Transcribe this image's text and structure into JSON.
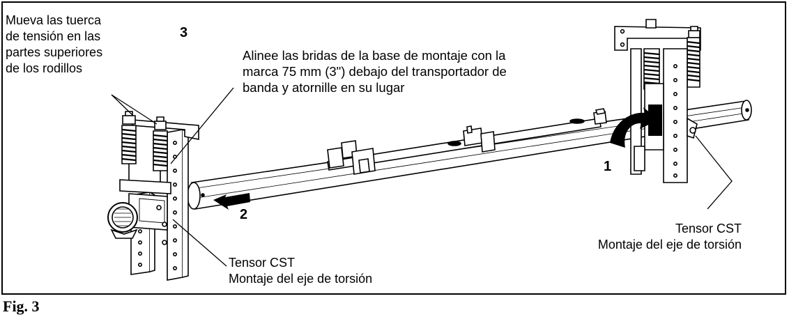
{
  "callouts": {
    "move_nuts": [
      "Mueva las tuerca",
      "de tensión en las",
      "partes superiores",
      "de los rodillos"
    ],
    "align_flanges": [
      "Alinee las bridas de la base de montaje con la",
      "marca 75 mm (3\") debajo del transportador de",
      "banda y atornille en su lugar"
    ],
    "tensor_left": [
      "Tensor CST",
      "Montaje del eje de torsión"
    ],
    "tensor_right": [
      "Tensor CST",
      "Montaje del eje de torsión"
    ]
  },
  "steps": {
    "one": "1",
    "two": "2",
    "three": "3"
  },
  "figure_label": "Fig. 3",
  "colors": {
    "ink": "#000000",
    "paper": "#ffffff",
    "frame": "#000000"
  }
}
